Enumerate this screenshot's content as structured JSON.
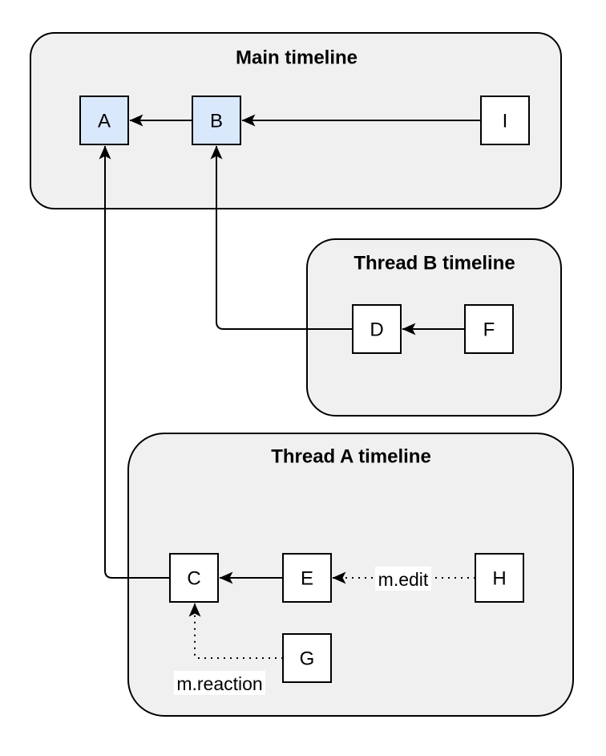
{
  "diagram": {
    "colors": {
      "page_bg": "#ffffff",
      "container_fill": "#f0f0f0",
      "container_stroke": "#000000",
      "node_fill": "#ffffff",
      "node_accent_fill": "#dae8fc",
      "node_stroke": "#000000",
      "edge_color": "#000000",
      "label_bg": "#ffffff"
    },
    "containers": [
      {
        "id": "main-timeline",
        "title": "Main timeline"
      },
      {
        "id": "thread-b-timeline",
        "title": "Thread B timeline"
      },
      {
        "id": "thread-a-timeline",
        "title": "Thread A timeline"
      }
    ],
    "nodes": [
      {
        "id": "A",
        "label": "A",
        "container": "main-timeline",
        "highlighted": true
      },
      {
        "id": "B",
        "label": "B",
        "container": "main-timeline",
        "highlighted": true
      },
      {
        "id": "I",
        "label": "I",
        "container": "main-timeline",
        "highlighted": false
      },
      {
        "id": "D",
        "label": "D",
        "container": "thread-b-timeline",
        "highlighted": false
      },
      {
        "id": "F",
        "label": "F",
        "container": "thread-b-timeline",
        "highlighted": false
      },
      {
        "id": "C",
        "label": "C",
        "container": "thread-a-timeline",
        "highlighted": false
      },
      {
        "id": "E",
        "label": "E",
        "container": "thread-a-timeline",
        "highlighted": false
      },
      {
        "id": "H",
        "label": "H",
        "container": "thread-a-timeline",
        "highlighted": false
      },
      {
        "id": "G",
        "label": "G",
        "container": "thread-a-timeline",
        "highlighted": false
      }
    ],
    "edges": [
      {
        "from": "B",
        "to": "A",
        "style": "solid",
        "label": ""
      },
      {
        "from": "I",
        "to": "B",
        "style": "solid",
        "label": ""
      },
      {
        "from": "D",
        "to": "B",
        "style": "solid",
        "label": ""
      },
      {
        "from": "F",
        "to": "D",
        "style": "solid",
        "label": ""
      },
      {
        "from": "C",
        "to": "A",
        "style": "solid",
        "label": ""
      },
      {
        "from": "E",
        "to": "C",
        "style": "solid",
        "label": ""
      },
      {
        "from": "H",
        "to": "E",
        "style": "dotted",
        "label": "m.edit"
      },
      {
        "from": "G",
        "to": "C",
        "style": "dotted",
        "label": "m.reaction"
      }
    ]
  }
}
